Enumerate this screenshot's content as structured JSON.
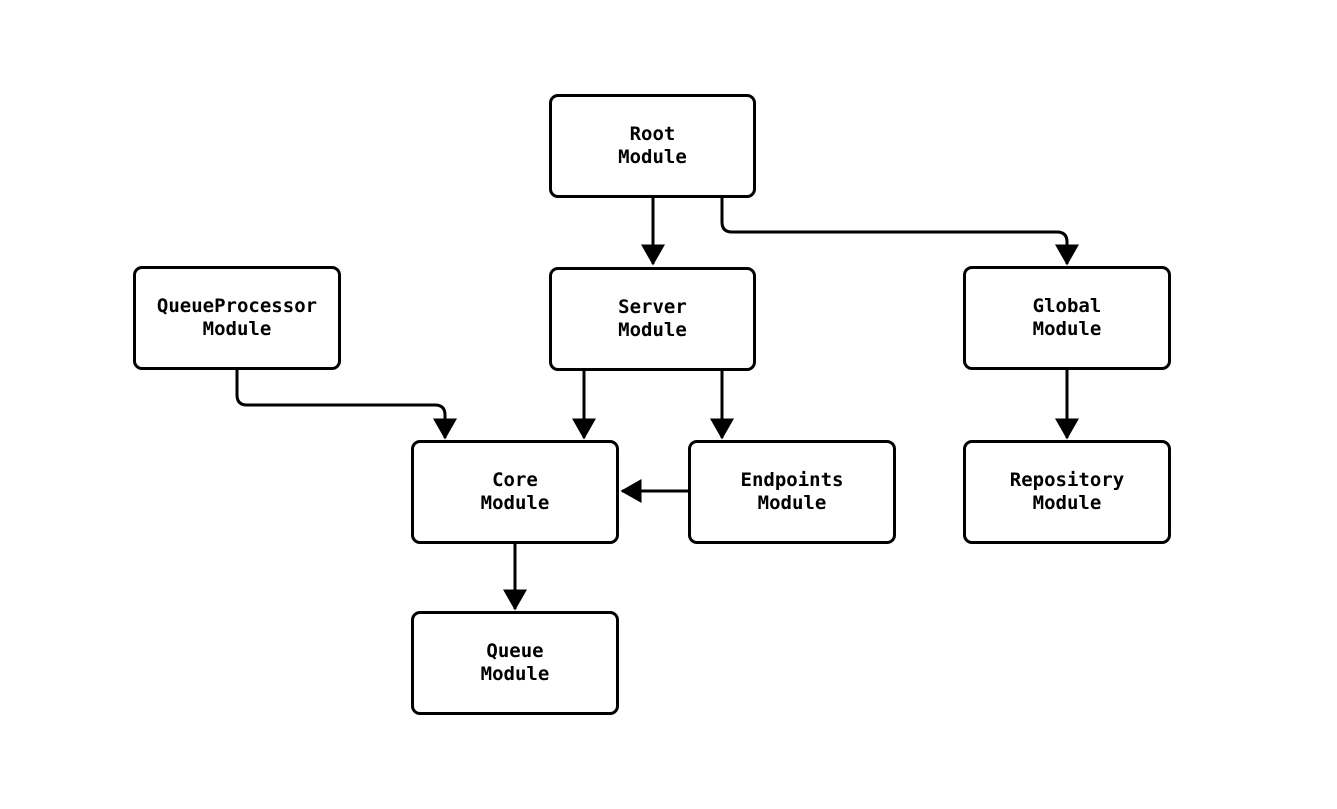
{
  "diagram": {
    "type": "module-dependency-graph",
    "colors": {
      "background": "#ffffff",
      "node_fill": "#ffffff",
      "node_border": "#000000",
      "edge": "#000000",
      "text": "#000000"
    },
    "nodes": [
      {
        "id": "root",
        "line1": "Root",
        "line2": "Module"
      },
      {
        "id": "queueprocessor",
        "line1": "QueueProcessor",
        "line2": "Module"
      },
      {
        "id": "server",
        "line1": "Server",
        "line2": "Module"
      },
      {
        "id": "global",
        "line1": "Global",
        "line2": "Module"
      },
      {
        "id": "core",
        "line1": "Core",
        "line2": "Module"
      },
      {
        "id": "endpoints",
        "line1": "Endpoints",
        "line2": "Module"
      },
      {
        "id": "repository",
        "line1": "Repository",
        "line2": "Module"
      },
      {
        "id": "queue",
        "line1": "Queue",
        "line2": "Module"
      }
    ],
    "edges": [
      {
        "from": "root",
        "to": "server"
      },
      {
        "from": "root",
        "to": "global"
      },
      {
        "from": "queueprocessor",
        "to": "core"
      },
      {
        "from": "server",
        "to": "core"
      },
      {
        "from": "server",
        "to": "endpoints"
      },
      {
        "from": "endpoints",
        "to": "core"
      },
      {
        "from": "global",
        "to": "repository"
      },
      {
        "from": "core",
        "to": "queue"
      }
    ]
  }
}
